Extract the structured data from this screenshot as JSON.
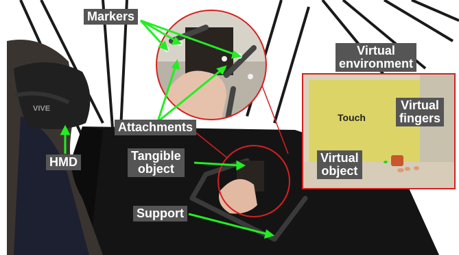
{
  "labels": {
    "markers": "Markers",
    "attachments": "Attachments",
    "hmd": "HMD",
    "tangible_object_line1": "Tangible",
    "tangible_object_line2": "object",
    "support": "Support",
    "virtual_environment_line1": "Virtual",
    "virtual_environment_line2": "environment",
    "virtual_object_line1": "Virtual",
    "virtual_object_line2": "object",
    "virtual_fingers_line1": "Virtual",
    "virtual_fingers_line2": "fingers",
    "touch_text": "Touch",
    "headset_brand": "VIVE"
  },
  "colors": {
    "label_bg": "#555555",
    "label_text": "#ffffff",
    "arrow": "#22ee22",
    "highlight_circle": "#d62020",
    "inset_border": "#d62020"
  }
}
